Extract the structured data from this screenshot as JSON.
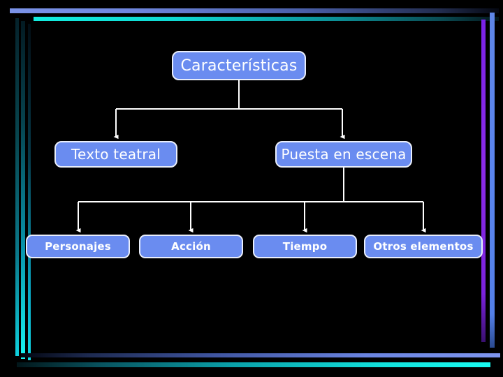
{
  "slide": {
    "background_color": "#000000",
    "node_fill": "#6a8cf0",
    "node_border": "#e9eefb",
    "node_text_color": "#ffffff",
    "connector_color": "#ffffff"
  },
  "diagram": {
    "type": "hierarchy-tree",
    "root": {
      "label": "Características"
    },
    "level2": [
      {
        "label": "Texto teatral"
      },
      {
        "label": "Puesta en escena"
      }
    ],
    "level3": [
      {
        "label": "Personajes"
      },
      {
        "label": "Acción"
      },
      {
        "label": "Tiempo"
      },
      {
        "label": "Otros elementos"
      }
    ]
  },
  "decor": {
    "top_blue": "#6f86dd",
    "top_cyan": "#13ecdf",
    "left_cyan": "#18f5f2",
    "right_purple": "#8a2be8",
    "right_blue": "#5a84ee",
    "bottom_blue": "#7e95ee",
    "bottom_cyan": "#19fbf2"
  }
}
